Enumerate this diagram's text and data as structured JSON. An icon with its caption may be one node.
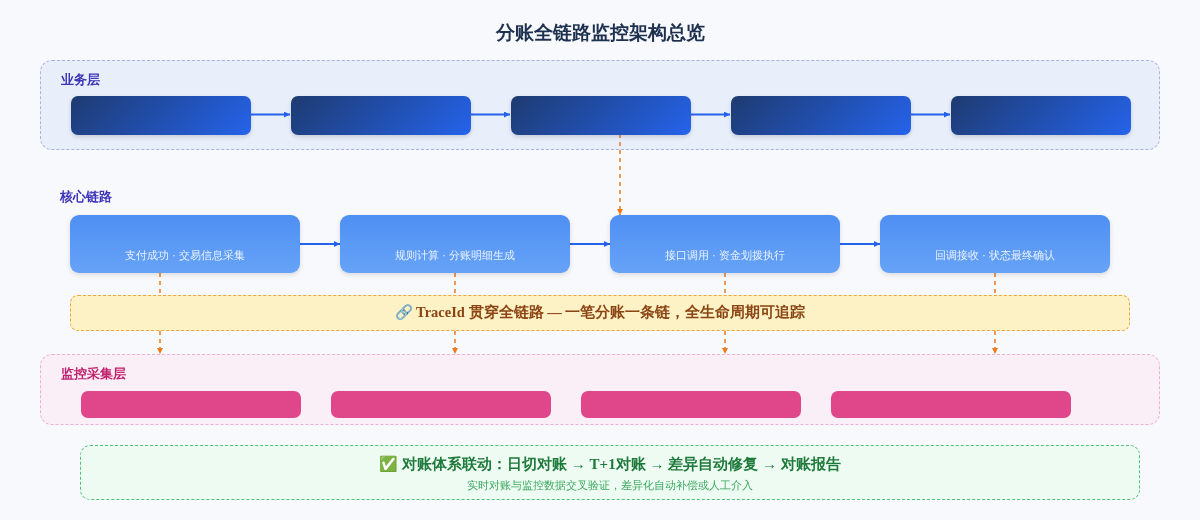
{
  "diagram": {
    "title": "分账全链路监控架构总览",
    "nodes": [
      {
        "text": [
          "业务层"
        ]
      },
      {
        "text": [],
        "shape": "box",
        "in": 0
      },
      {
        "text": [],
        "shape": "box",
        "in": 0
      },
      {
        "text": [],
        "shape": "box",
        "in": 0
      },
      {
        "text": [],
        "shape": "box",
        "in": 0
      },
      {
        "text": [],
        "shape": "box",
        "in": 0
      },
      {
        "text": [
          "支付成功 · 交易信息采集"
        ]
      },
      {
        "text": [
          "规则计算 · 分账明细生成"
        ]
      },
      {
        "text": [
          "接口调用 · 资金划拨执行"
        ]
      },
      {
        "text": [
          "回调接收 · 状态最终确认"
        ]
      },
      {
        "text": [
          "🔗 TraceId 贯穿全链路 — 一笔分账一条链，全生命周期可追踪"
        ]
      },
      {
        "text": [
          "监控采集层"
        ]
      },
      {
        "text": [],
        "shape": "box",
        "in": 11
      },
      {
        "text": [],
        "shape": "box",
        "in": 11
      },
      {
        "text": [],
        "shape": "box",
        "in": 11
      },
      {
        "text": [],
        "shape": "box",
        "in": 11
      },
      {
        "text": [
          "✅ 对账体系联动：日切对账 → T+1对账 → 差异自动修复 → 对账报告",
          "实时对账与监控数据交叉验证，差异化自动补偿或人工介入"
        ]
      }
    ],
    "edges": [
      {
        "from": 1,
        "to": 2,
        "arrow": "to",
        "color": "#2563eb"
      },
      {
        "from": 2,
        "to": 3,
        "arrow": "to",
        "color": "#2563eb"
      },
      {
        "from": 3,
        "to": 4,
        "arrow": "to",
        "color": "#2563eb"
      },
      {
        "from": 4,
        "to": 5,
        "arrow": "to",
        "color": "#2563eb"
      },
      {
        "from": 3,
        "to": 8,
        "arrow": "to",
        "style": "dashed",
        "color": "#ee7a1f"
      },
      {
        "from": 6,
        "to": 7,
        "arrow": "to",
        "color": "#2563eb"
      },
      {
        "from": 7,
        "to": 8,
        "arrow": "to",
        "color": "#2563eb"
      },
      {
        "from": 8,
        "to": 9,
        "arrow": "to",
        "color": "#2563eb"
      },
      {
        "from": 6,
        "to": 10,
        "arrow": "none",
        "style": "dashed",
        "color": "#ee7a1f"
      },
      {
        "from": 7,
        "to": 10,
        "arrow": "none",
        "style": "dashed",
        "color": "#ee7a1f"
      },
      {
        "from": 8,
        "to": 10,
        "arrow": "none",
        "style": "dashed",
        "color": "#ee7a1f"
      },
      {
        "from": 9,
        "to": 10,
        "arrow": "none",
        "style": "dashed",
        "color": "#ee7a1f"
      },
      {
        "from": 10,
        "to": 11,
        "arrow": "to",
        "style": "dashed",
        "color": "#ee7a1f"
      },
      {
        "from": 10,
        "to": 11,
        "arrow": "to",
        "style": "dashed",
        "color": "#ee7a1f"
      },
      {
        "from": 10,
        "to": 11,
        "arrow": "to",
        "style": "dashed",
        "color": "#ee7a1f"
      },
      {
        "from": 10,
        "to": 11,
        "arrow": "to",
        "style": "dashed",
        "color": "#ee7a1f"
      }
    ],
    "labels": [
      "核心链路"
    ]
  }
}
